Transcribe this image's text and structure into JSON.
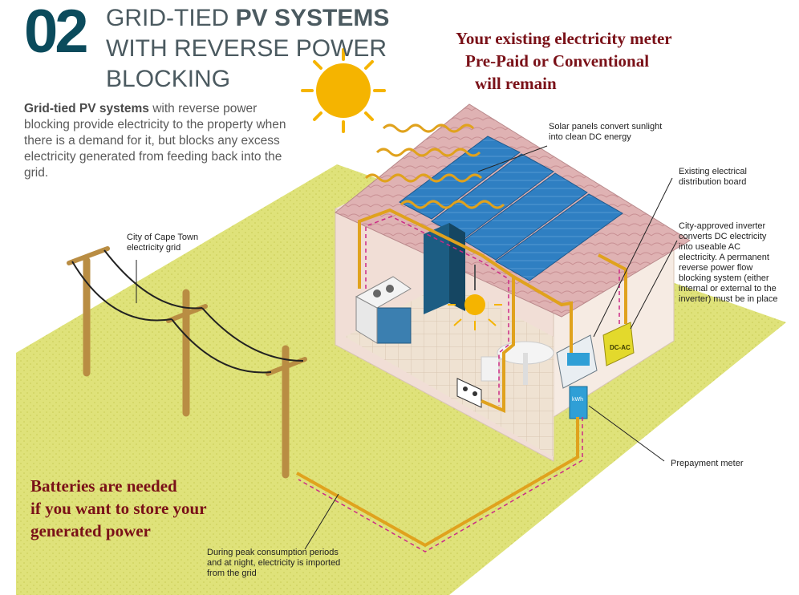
{
  "header": {
    "number": "02",
    "title_light": "GRID-TIED",
    "title_bold": "PV SYSTEMS",
    "title_rest": "WITH REVERSE POWER BLOCKING"
  },
  "intro": {
    "bold": "Grid-tied PV systems",
    "text": " with reverse power blocking provide electricity to the property when there is a demand for it, but blocks any excess electricity generated from feeding back into the grid."
  },
  "notes": {
    "meter_line1": "Your existing electricity meter",
    "meter_line2": "Pre-Paid or Conventional",
    "meter_line3": "will remain",
    "battery_line1": "Batteries are needed",
    "battery_line2": "if you want to store your",
    "battery_line3": "generated power"
  },
  "labels": {
    "solar_panels": "Solar panels convert sunlight into clean DC energy",
    "distribution_board": "Existing electrical distribution board",
    "inverter": "City-approved inverter converts DC electricity into useable AC electricity. A permanent reverse power flow blocking system (either internal or external to the inverter) must be in place",
    "grid": "City of Cape Town electricity grid",
    "prepayment_meter": "Prepayment meter",
    "peak": "During peak consumption periods and at night, electricity is imported from the grid",
    "inverter_box": "DC-AC",
    "meter_box": "kWh"
  },
  "colors": {
    "grass": "#dfe27a",
    "roof": "#d7a3a6",
    "panel": "#2f7fc2",
    "wall": "#f3e6e1",
    "cable": "#e0a21d",
    "arrow": "#cc2a86",
    "sun": "#f5b400",
    "pole": "#b98d43"
  }
}
